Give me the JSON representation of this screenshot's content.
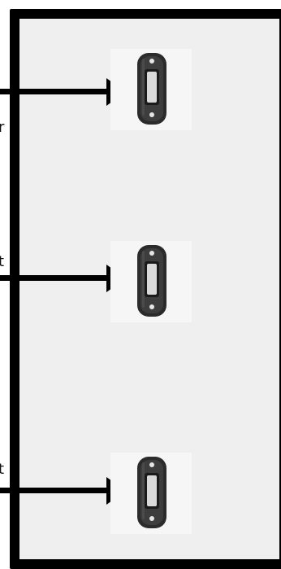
{
  "labels": {
    "top_fragment": "r",
    "middle_fragment": "t",
    "bottom_fragment": "t"
  },
  "items": [
    {
      "icon": "rubber-grommet-bracket"
    },
    {
      "icon": "rubber-grommet-bracket"
    },
    {
      "icon": "rubber-grommet-bracket"
    }
  ],
  "colors": {
    "frame": "#000000",
    "panel_fill": "#efefef",
    "arrow": "#000000",
    "component_body": "#2b2b2b",
    "component_window": "#d9d9d9"
  }
}
